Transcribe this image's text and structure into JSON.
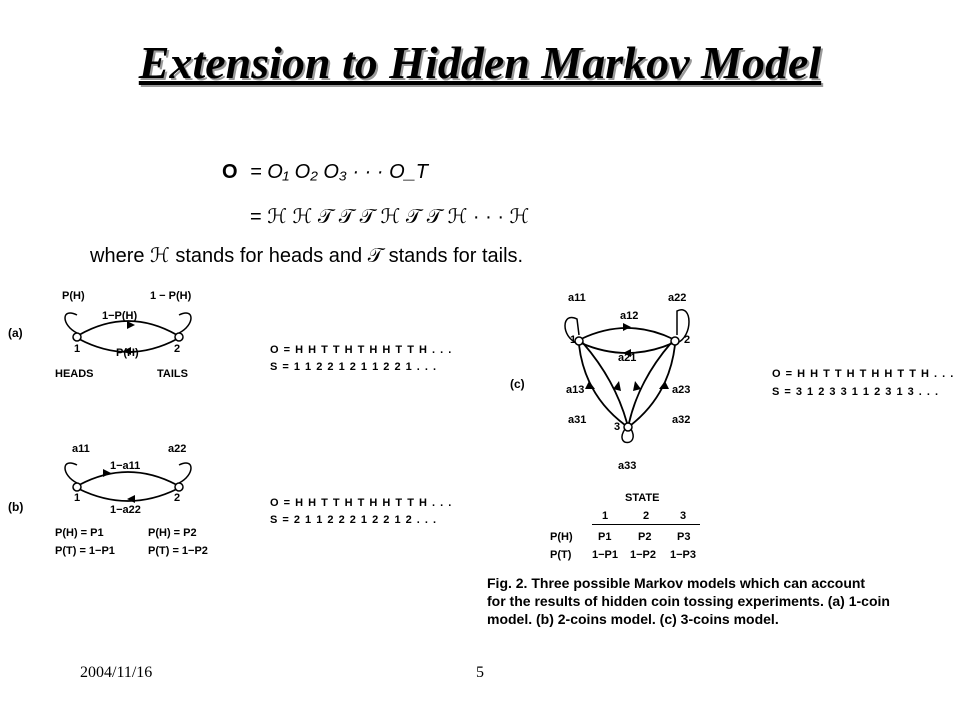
{
  "title": "Extension to Hidden Markov Model",
  "eq": {
    "lhs": "O",
    "line1": "= O₁ O₂ O₃ · · · O_T",
    "line2": "= ℋ ℋ 𝒯 𝒯 𝒯 ℋ 𝒯 𝒯 ℋ · · · ℋ",
    "where": "where ℋ stands for heads and 𝒯 stands for tails."
  },
  "fig_a": {
    "tag": "(a)",
    "ph": "P(H)",
    "one_minus_ph": "1 − P(H)",
    "arc_top": "1−P(H)",
    "arc_bottom": "P(H)",
    "n1": "1",
    "n2": "2",
    "heads": "HEADS",
    "tails": "TAILS",
    "o_seq": "O = H H T T H T H H T T H . . .",
    "s_seq": "S = 1 1 2 2 1 2 1 1 2 2 1 . . ."
  },
  "fig_b": {
    "tag": "(b)",
    "a11": "a11",
    "a22": "a22",
    "arc_top": "1−a11",
    "arc_bottom": "1−a22",
    "n1": "1",
    "n2": "2",
    "ph1": "P(H) = P1",
    "pt1": "P(T) = 1−P1",
    "ph2": "P(H) = P2",
    "pt2": "P(T) = 1−P2",
    "o_seq": "O = H H T T H T H H T T H . . .",
    "s_seq": "S = 2 1 1 2 2 2 1 2 2 1 2 . . ."
  },
  "fig_c": {
    "tag": "(c)",
    "a11": "a11",
    "a12": "a12",
    "a22": "a22",
    "a21": "a21",
    "a13": "a13",
    "a31": "a31",
    "a23": "a23",
    "a32": "a32",
    "a33": "a33",
    "n1": "1",
    "n2": "2",
    "n3": "3",
    "o_seq": "O = H H T T H T H H T T H . . .",
    "s_seq": "S = 3 1 2 3 3 1 1 2 3 1 3 . . .",
    "state_header": "STATE",
    "cols": [
      "1",
      "2",
      "3"
    ],
    "row_ph_label": "P(H)",
    "row_pt_label": "P(T)",
    "row_ph": [
      "P1",
      "P2",
      "P3"
    ],
    "row_pt": [
      "1−P1",
      "1−P2",
      "1−P3"
    ]
  },
  "caption": {
    "line1": "Fig. 2.   Three possible Markov models which can account",
    "line2": "for the results of hidden coin tossing experiments. (a) 1-coin",
    "line3": "model. (b) 2-coins model. (c) 3-coins model."
  },
  "footer": {
    "date": "2004/11/16",
    "page": "5"
  }
}
